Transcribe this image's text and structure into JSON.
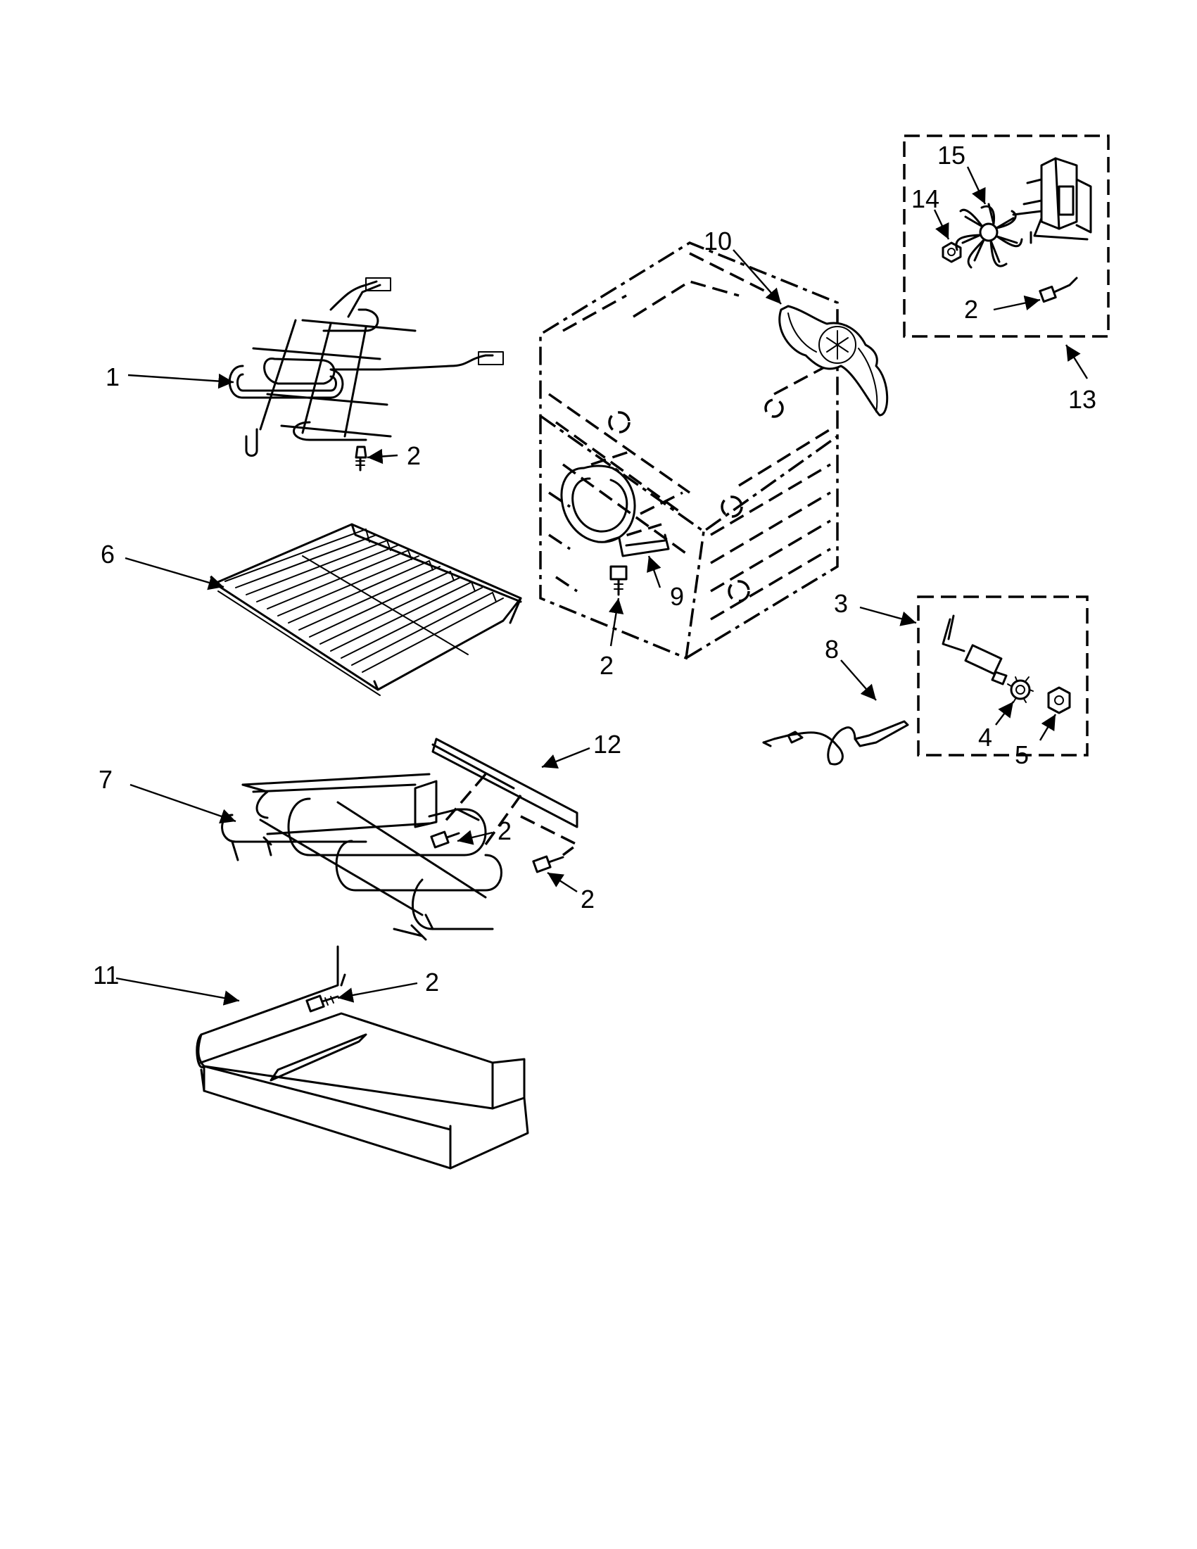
{
  "colors": {
    "ink": "#000000",
    "background": "#ffffff"
  },
  "callouts": {
    "c1": "1",
    "c2a": "2",
    "c6": "6",
    "c7": "7",
    "c2b": "2",
    "c2c": "2",
    "c12": "12",
    "c11": "11",
    "c2d": "2",
    "c10": "10",
    "c9": "9",
    "c2e": "2",
    "c15": "15",
    "c14": "14",
    "c2f": "2",
    "c13": "13",
    "c3": "3",
    "c8": "8",
    "c4": "4",
    "c5": "5"
  }
}
